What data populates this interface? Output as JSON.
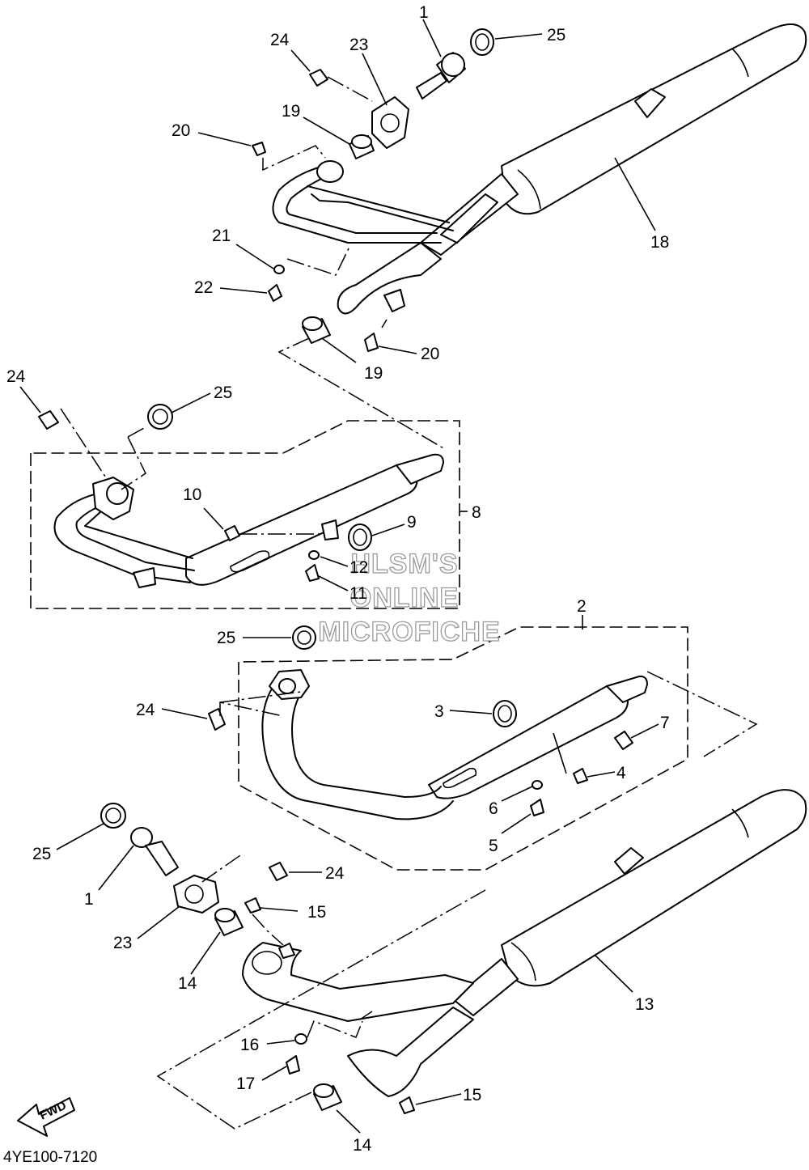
{
  "diagram": {
    "code": "4YE100-7120",
    "watermark": [
      "HLSM'S",
      "ONLINE",
      "MICROFICHE"
    ],
    "fwd": "FWD",
    "callouts": [
      {
        "id": "c1a",
        "text": "1"
      },
      {
        "id": "c25a",
        "text": "25"
      },
      {
        "id": "c24a",
        "text": "24"
      },
      {
        "id": "c23a",
        "text": "23"
      },
      {
        "id": "c19a",
        "text": "19"
      },
      {
        "id": "c20a",
        "text": "20"
      },
      {
        "id": "c18",
        "text": "18"
      },
      {
        "id": "c21",
        "text": "21"
      },
      {
        "id": "c22",
        "text": "22"
      },
      {
        "id": "c20b",
        "text": "20"
      },
      {
        "id": "c19b",
        "text": "19"
      },
      {
        "id": "c24b",
        "text": "24"
      },
      {
        "id": "c25b",
        "text": "25"
      },
      {
        "id": "c10",
        "text": "10"
      },
      {
        "id": "c9",
        "text": "9"
      },
      {
        "id": "c8",
        "text": "8"
      },
      {
        "id": "c12",
        "text": "12"
      },
      {
        "id": "c11",
        "text": "11"
      },
      {
        "id": "c2",
        "text": "2"
      },
      {
        "id": "c25c",
        "text": "25"
      },
      {
        "id": "c24c",
        "text": "24"
      },
      {
        "id": "c3",
        "text": "3"
      },
      {
        "id": "c7",
        "text": "7"
      },
      {
        "id": "c4",
        "text": "4"
      },
      {
        "id": "c6",
        "text": "6"
      },
      {
        "id": "c5",
        "text": "5"
      },
      {
        "id": "c25d",
        "text": "25"
      },
      {
        "id": "c1b",
        "text": "1"
      },
      {
        "id": "c24d",
        "text": "24"
      },
      {
        "id": "c15a",
        "text": "15"
      },
      {
        "id": "c23b",
        "text": "23"
      },
      {
        "id": "c14a",
        "text": "14"
      },
      {
        "id": "c13",
        "text": "13"
      },
      {
        "id": "c16",
        "text": "16"
      },
      {
        "id": "c17",
        "text": "17"
      },
      {
        "id": "c15b",
        "text": "15"
      },
      {
        "id": "c14b",
        "text": "14"
      }
    ]
  }
}
